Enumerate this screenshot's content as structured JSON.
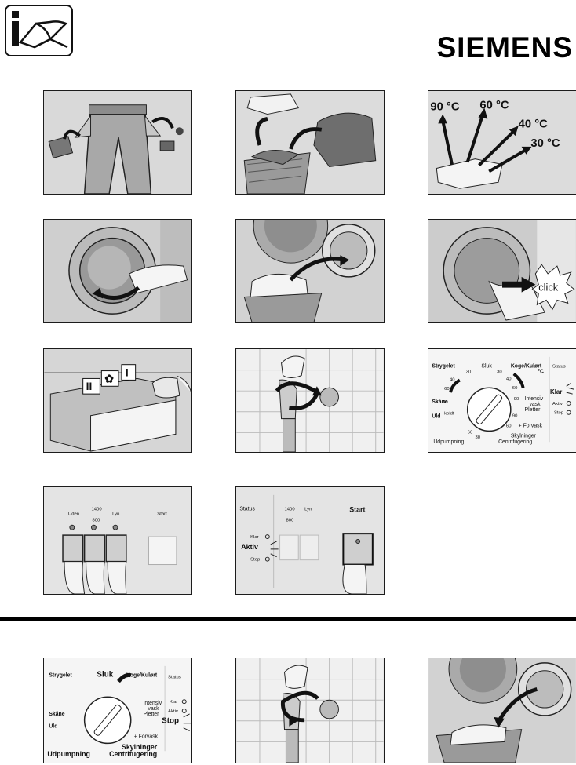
{
  "header": {
    "info_icon": "info-book-icon",
    "brand": "SIEMENS"
  },
  "temps": [
    "90 °C",
    "60 °C",
    "40 °C",
    "30 °C"
  ],
  "click_label": "click",
  "dispenser_marks": [
    "II",
    "✿",
    "I"
  ],
  "dial": {
    "left_labels": [
      "Strygelet",
      "Skåne",
      "Uld"
    ],
    "top_labels": [
      "Sluk",
      "Koge/Kulørt",
      "°C"
    ],
    "right_labels": [
      "Intensiv",
      "vask",
      "Pletter",
      "+ Forvask"
    ],
    "bottom_labels": [
      "Skylninger",
      "Centrifugering",
      "Udpumpning"
    ],
    "numbers": [
      "30",
      "40",
      "60",
      "30",
      "40",
      "60",
      "90",
      "30",
      "60",
      "90",
      "30",
      "60",
      "koldt"
    ],
    "status_title": "Status",
    "status_items": [
      "Klar",
      "Aktiv",
      "Stop"
    ]
  },
  "buttons_panel": {
    "labels": [
      "Uden",
      "1400",
      "800",
      "Lyn",
      "Start"
    ]
  },
  "start_panel": {
    "status_title": "Status",
    "status_items": [
      "Klar",
      "Aktiv",
      "Stop"
    ],
    "labels": [
      "1400",
      "800",
      "Lyn"
    ],
    "start": "Start"
  },
  "dial2": {
    "sluk": "Sluk",
    "stop": "Stop"
  }
}
